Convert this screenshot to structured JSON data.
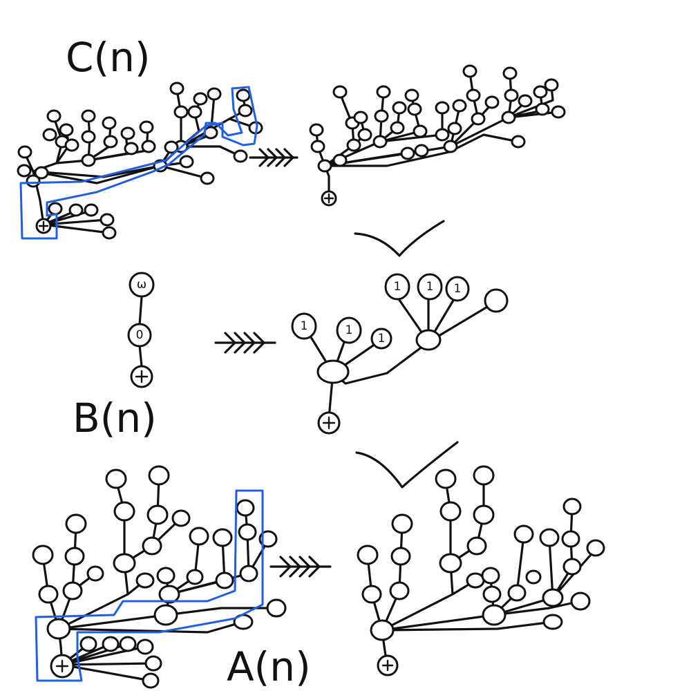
{
  "labels": {
    "c": "C(n)",
    "b": "B(n)",
    "a": "A(n)"
  },
  "node_labels": {
    "omega": "ω",
    "zero": "0",
    "one": "1",
    "plus": "+"
  },
  "colors": {
    "ink": "#111111",
    "highlight": "#1f5fe0",
    "background": "#ffffff"
  }
}
